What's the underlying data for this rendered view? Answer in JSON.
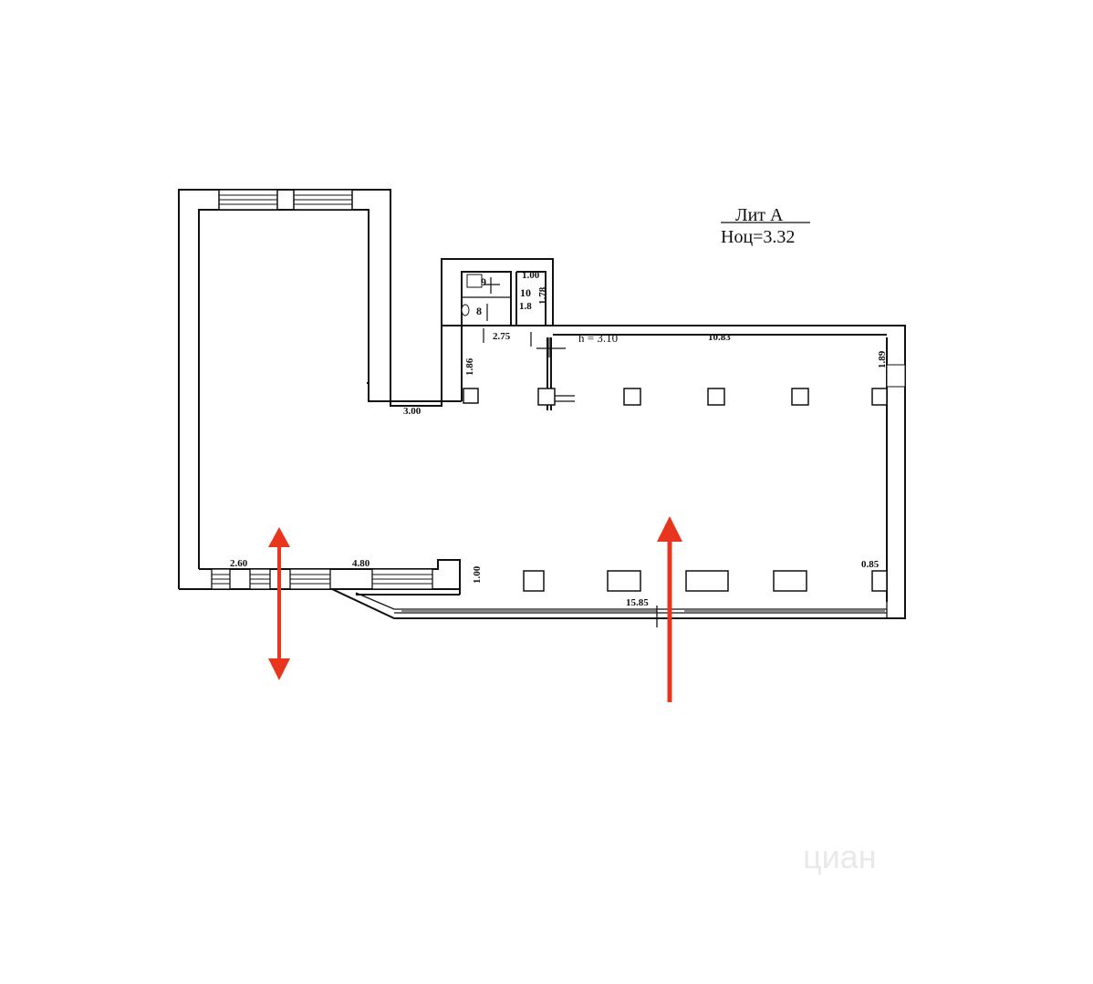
{
  "title": {
    "line1": "Лит А",
    "line2": "Ноц=3.32"
  },
  "ceiling_height": "h = 3.10",
  "rooms": [
    {
      "id": "room-9",
      "label": "9"
    },
    {
      "id": "room-8",
      "label": "8"
    },
    {
      "id": "room-10",
      "label": "10"
    }
  ],
  "dimensions": {
    "d_1_00_top": "1.00",
    "d_1_78": "1.78",
    "d_1_8": "1.8",
    "d_2_75": "2.75",
    "d_10_83": "10.83",
    "d_1_86": "1.86",
    "d_1_89": "1.89",
    "d_3_00": "3.00",
    "d_2_60": "2.60",
    "d_4_80": "4.80",
    "d_1_00_bottom": "1.00",
    "d_15_85": "15.85",
    "d_0_85": "0.85"
  },
  "arrows": [
    {
      "id": "entrance-arrow-left",
      "type": "double",
      "color": "#e8361e"
    },
    {
      "id": "entrance-arrow-right",
      "type": "single-up",
      "color": "#e8361e"
    }
  ],
  "watermark": "циан",
  "colors": {
    "arrow": "#e8361e",
    "line": "#111111"
  }
}
